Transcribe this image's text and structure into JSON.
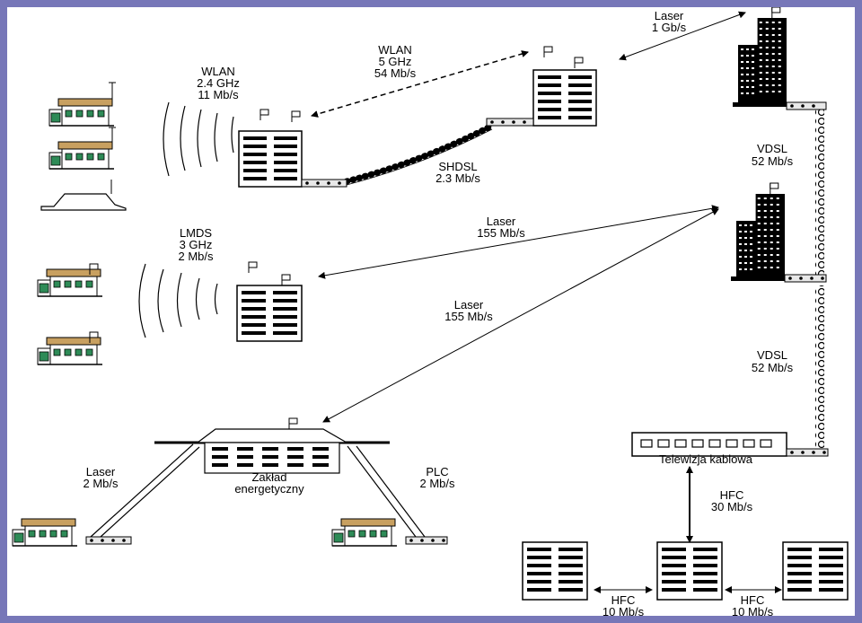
{
  "labels": {
    "wlan24": [
      "WLAN",
      "2.4 GHz",
      "11 Mb/s"
    ],
    "wlan5": [
      "WLAN",
      "5 GHz",
      "54 Mb/s"
    ],
    "laser1g": [
      "Laser",
      "1 Gb/s"
    ],
    "vdsl1": [
      "VDSL",
      "52 Mb/s"
    ],
    "vdsl2": [
      "VDSL",
      "52 Mb/s"
    ],
    "shdsl": [
      "SHDSL",
      "2.3 Mb/s"
    ],
    "lmds": [
      "LMDS",
      "3 GHz",
      "2 Mb/s"
    ],
    "laser155a": [
      "Laser",
      "155 Mb/s"
    ],
    "laser155b": [
      "Laser",
      "155 Mb/s"
    ],
    "laser2": [
      "Laser",
      "2 Mb/s"
    ],
    "plc": [
      "PLC",
      "2 Mb/s"
    ],
    "power_plant": [
      "Zakład",
      "energetyczny"
    ],
    "cable_tv": "Telewizja kablowa",
    "hfc30": [
      "HFC",
      "30 Mb/s"
    ],
    "hfc10a": [
      "HFC",
      "10 Mb/s"
    ],
    "hfc10b": [
      "HFC",
      "10 Mb/s"
    ]
  },
  "colors": {
    "frame": "#7777b8",
    "ink": "#000000",
    "roof": "#c8a060",
    "window_green": "#2e8b57"
  }
}
